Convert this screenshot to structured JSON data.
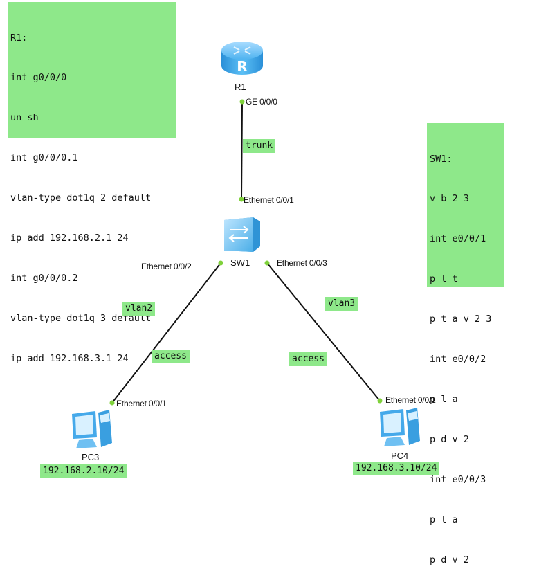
{
  "notes": {
    "r1": [
      "R1:",
      "int g0/0/0",
      "un sh",
      "int g0/0/0.1",
      "vlan-type dot1q 2 default",
      "ip add 192.168.2.1 24",
      "int g0/0/0.2",
      "vlan-type dot1q 3 default",
      "ip add 192.168.3.1 24"
    ],
    "sw1": [
      "SW1:",
      "v b 2 3",
      "int e0/0/1",
      "p l t",
      "p t a v 2 3",
      "int e0/0/2",
      "p l a",
      "p d v 2",
      "int e0/0/3",
      "p l a",
      "p d v 2"
    ]
  },
  "devices": {
    "r1": {
      "name": "R1",
      "icon": "router-icon",
      "icon_letter": "R"
    },
    "sw1": {
      "name": "SW1",
      "icon": "switch-icon"
    },
    "pc3": {
      "name": "PC3",
      "icon": "pc-icon"
    },
    "pc4": {
      "name": "PC4",
      "icon": "pc-icon"
    }
  },
  "ports": {
    "r1_ge": "GE 0/0/0",
    "sw1_e1": "Ethernet 0/0/1",
    "sw1_e2": "Ethernet 0/0/2",
    "sw1_e3": "Ethernet 0/0/3",
    "pc3_e1": "Ethernet 0/0/1",
    "pc4_e1": "Ethernet 0/0/1"
  },
  "link_tags": {
    "trunk": "trunk",
    "vlan2": "vlan2",
    "vlan3": "vlan3",
    "access_left": "access",
    "access_right": "access"
  },
  "addresses": {
    "pc3": "192.168.2.10/24",
    "pc4": "192.168.3.10/24"
  },
  "colors": {
    "note_bg": "#8ee88a",
    "port_dot": "#7fd13b",
    "device_blue": "#3ba3e8"
  }
}
